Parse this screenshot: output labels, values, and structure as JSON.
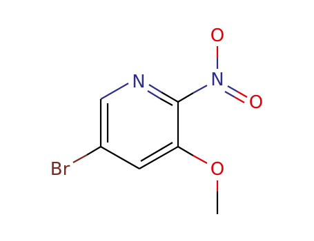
{
  "atoms": {
    "n_ring": {
      "label": "N",
      "color": "#2e2e8a"
    },
    "o_nitro_top": {
      "label": "O",
      "color": "#e0000b"
    },
    "n_nitro": {
      "label": "N",
      "color": "#2e2e8a"
    },
    "o_nitro_right": {
      "label": "O",
      "color": "#e0000b"
    },
    "o_methoxy": {
      "label": "O",
      "color": "#e0000b"
    },
    "br": {
      "label": "Br",
      "color": "#7a2a22"
    }
  },
  "colors": {
    "carbon_bond": "#000000",
    "nitrogen": "#2e2e8a",
    "oxygen": "#e0000b",
    "bromine": "#7a2a22"
  }
}
